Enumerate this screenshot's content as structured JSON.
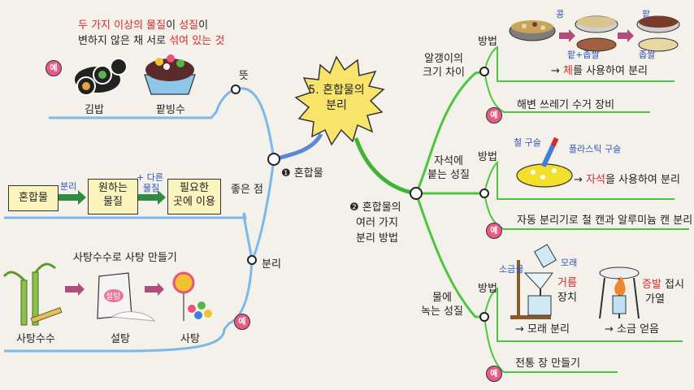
{
  "center": {
    "title_line1": "5. 혼합물의",
    "title_line2": "분리"
  },
  "branch1": {
    "label": "❶ 혼합물"
  },
  "branch2": {
    "line1": "❷ 혼합물의",
    "line2": "여러 가지",
    "line3": "분리 방법"
  },
  "meaning": {
    "label": "뜻",
    "def_part1": "두 가지 이상의 ",
    "def_part2": "물질",
    "def_part3": "이 ",
    "def_part4": "성질",
    "def_part5": "이",
    "def_line2a": "변하지 않은 채 서로 ",
    "def_line2b": "섞여 있는 것",
    "badge": "예",
    "example1": "김밥",
    "example2": "팥빙수"
  },
  "separation": {
    "label": "분리",
    "good_point": "좋은 점",
    "box1": "혼합물",
    "arrow1_label": "분리",
    "box2_line1": "원하는",
    "box2_line2": "물질",
    "arrow2_label_line1": "+ 다른",
    "arrow2_label_line2": "물질",
    "box3_line1": "필요한",
    "box3_line2": "곳에 이용",
    "example_title": "사탕수수로 사탕 만들기",
    "badge": "예",
    "sugarcane": "사탕수수",
    "sugar": "설탕",
    "sugar_bag": "설탕",
    "candy": "사탕"
  },
  "size": {
    "title_line1": "알갱이의",
    "title_line2": "크기 차이",
    "method_label": "방법",
    "bean": "콩",
    "red_bean": "팥",
    "mix_label": "팥+좁쌀",
    "millet": "좁쌀",
    "result_prefix": "→ ",
    "result_red": "체",
    "result_suffix": "를 사용하여 분리",
    "badge": "예",
    "example": "해변 쓰레기 수거 장비"
  },
  "magnet": {
    "title_line1": "자석에",
    "title_line2": "붙는 성질",
    "method_label": "방법",
    "iron": "철 구슬",
    "plastic": "플라스틱 구슬",
    "result_prefix": "→ ",
    "result_red": "자석",
    "result_suffix": "을 사용하여 분리",
    "badge": "예",
    "example": "자동 분리기로 철 캔과 알루미늄 캔 분리"
  },
  "dissolve": {
    "title_line1": "물에",
    "title_line2": "녹는 성질",
    "method_label": "방법",
    "salt_water": "소금물",
    "sand": "모래",
    "filter_red": "거름",
    "filter_suffix": "장치",
    "filter_result": "→ 모래 분리",
    "evap_red": "증발",
    "evap_suffix": " 접시",
    "evap_line2": "가열",
    "evap_result": "→ 소금 얻음",
    "badge": "예",
    "example": "전통 장 만들기"
  },
  "colors": {
    "green": "#4cc63f",
    "blue_line": "#7db9e8",
    "red": "#e0262a",
    "badge": "#ea5a88",
    "box": "#fbf5bd",
    "star": "#f8e46a"
  }
}
